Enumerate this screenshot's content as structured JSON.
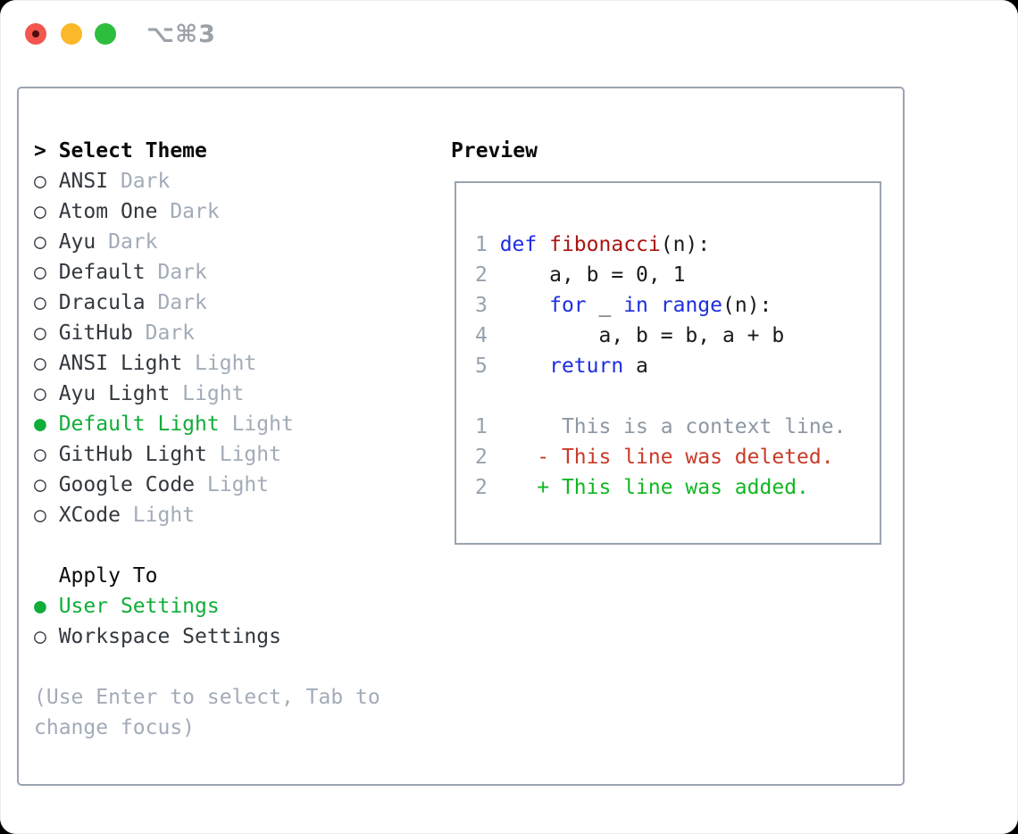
{
  "window": {
    "shortcut_label": "⌥⌘3"
  },
  "theme_panel": {
    "header": {
      "prefix": ">",
      "label": "Select Theme"
    },
    "themes": [
      {
        "name": "ANSI",
        "tag": "Dark",
        "selected": false
      },
      {
        "name": "Atom One",
        "tag": "Dark",
        "selected": false
      },
      {
        "name": "Ayu",
        "tag": "Dark",
        "selected": false
      },
      {
        "name": "Default",
        "tag": "Dark",
        "selected": false
      },
      {
        "name": "Dracula",
        "tag": "Dark",
        "selected": false
      },
      {
        "name": "GitHub",
        "tag": "Dark",
        "selected": false
      },
      {
        "name": "ANSI Light",
        "tag": "Light",
        "selected": false
      },
      {
        "name": "Ayu Light",
        "tag": "Light",
        "selected": false
      },
      {
        "name": "Default Light",
        "tag": "Light",
        "selected": true
      },
      {
        "name": "GitHub Light",
        "tag": "Light",
        "selected": false
      },
      {
        "name": "Google Code",
        "tag": "Light",
        "selected": false
      },
      {
        "name": "XCode",
        "tag": "Light",
        "selected": false
      }
    ],
    "apply_to": {
      "label": "Apply To",
      "options": [
        {
          "name": "User Settings",
          "selected": true
        },
        {
          "name": "Workspace Settings",
          "selected": false
        }
      ]
    },
    "help_lines": [
      "(Use Enter to select, Tab to",
      "change focus)"
    ]
  },
  "preview": {
    "title": "Preview",
    "lines": [
      [
        [
          "num",
          "1 "
        ],
        [
          "kw",
          "def"
        ],
        [
          "pl",
          " "
        ],
        [
          "fn",
          "fibonacci"
        ],
        [
          "pl",
          "(n):"
        ]
      ],
      [
        [
          "num",
          "2 "
        ],
        [
          "pl",
          "    a, b = 0, 1"
        ]
      ],
      [
        [
          "num",
          "3 "
        ],
        [
          "pl",
          "    "
        ],
        [
          "kw",
          "for"
        ],
        [
          "pl",
          " _ "
        ],
        [
          "kw",
          "in"
        ],
        [
          "pl",
          " "
        ],
        [
          "kw",
          "range"
        ],
        [
          "pl",
          "(n):"
        ]
      ],
      [
        [
          "num",
          "4 "
        ],
        [
          "pl",
          "        a, b = b, a + b"
        ]
      ],
      [
        [
          "num",
          "5 "
        ],
        [
          "pl",
          "    "
        ],
        [
          "kw",
          "return"
        ],
        [
          "pl",
          " a"
        ]
      ],
      [],
      [
        [
          "num",
          "1"
        ],
        [
          "ctx",
          "      This is a context line."
        ]
      ],
      [
        [
          "num",
          "2"
        ],
        [
          "pl",
          "    "
        ],
        [
          "del",
          "- This line was deleted."
        ]
      ],
      [
        [
          "num",
          "2"
        ],
        [
          "pl",
          "    "
        ],
        [
          "add",
          "+ This line was added."
        ]
      ]
    ]
  },
  "icons": {
    "radio_unselected": "○",
    "radio_selected": "●"
  },
  "colors": {
    "selected_green": "#10ad38",
    "keyword_blue": "#1c2ee0",
    "function_red": "#a91511",
    "deleted_red": "#c93a28",
    "added_green": "#12b722",
    "name_dark": "#33383f",
    "header_black": "#0a0a0a",
    "muted_gray": "#a2abb8",
    "line_number_gray": "#97a2b0",
    "context_gray": "#8d97a3",
    "panel_border": "#9aa3b0",
    "code_black": "#1a1a1a",
    "traffic_red": "#f2564e",
    "traffic_red_dot": "#4a0f08",
    "traffic_yellow": "#fbb829",
    "traffic_green": "#2dbe3d",
    "shortcut_gray": "#9ba1a8"
  }
}
